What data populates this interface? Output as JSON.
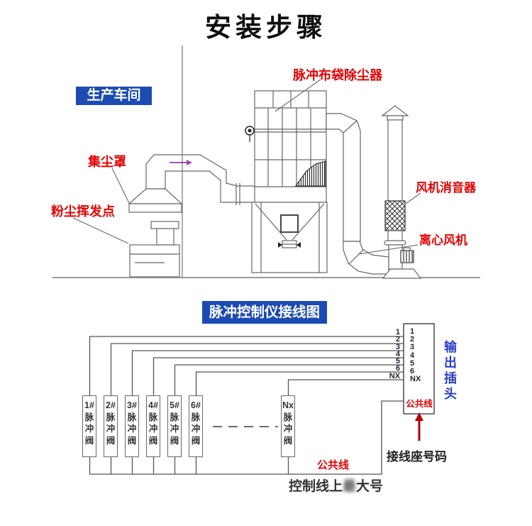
{
  "title": "安装步骤",
  "colors": {
    "label_blue": "#1c4bb4",
    "label_red": "#e50000",
    "plug_text_blue": "#2b3fc4",
    "arrow_dark_red": "#b40000",
    "flow_arrow_purple": "#a050b8",
    "line_gray": "#666666"
  },
  "top_diagram": {
    "workshop_label": "生产车间",
    "labels": {
      "dust_collector": "脉冲布袋除尘器",
      "dust_hood": "集尘罩",
      "dust_source": "粉尘挥发点",
      "fan_muffler": "风机消音器",
      "centrifugal_fan": "离心风机"
    }
  },
  "wiring_diagram": {
    "header": "脉冲控制仪接线图",
    "valves": [
      "1#脉冲阀",
      "2#脉冲阀",
      "3#脉冲阀",
      "4#脉冲阀",
      "5#脉冲阀",
      "6#脉冲阀",
      "Nx脉冲阀"
    ],
    "wire_labels": [
      "1",
      "2",
      "3",
      "4",
      "5",
      "6",
      "NX"
    ],
    "terminal_numbers": [
      "1",
      "2",
      "3",
      "4",
      "5",
      "6",
      "NX"
    ],
    "common_line_inside": "公共线",
    "output_plug": "输出插头",
    "terminal_note": "接线座号码",
    "common_line_bus": "公共线",
    "note_prefix": "控制线上",
    "note_blurred": "最",
    "note_suffix": "大号"
  }
}
